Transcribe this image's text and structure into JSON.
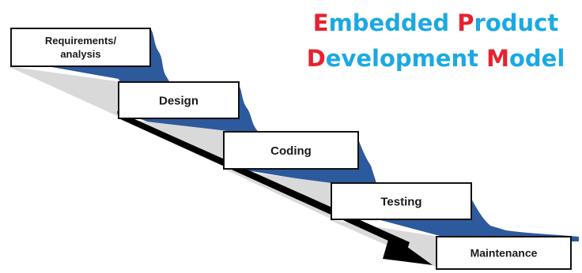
{
  "title": {
    "line1": [
      {
        "text": "E",
        "color": "#e8212f"
      },
      {
        "text": "mbedded ",
        "color": "#1ba9e2"
      },
      {
        "text": "P",
        "color": "#e8212f"
      },
      {
        "text": "roduct",
        "color": "#1ba9e2"
      }
    ],
    "line2": [
      {
        "text": "D",
        "color": "#e8212f"
      },
      {
        "text": "evelopment ",
        "color": "#1ba9e2"
      },
      {
        "text": "M",
        "color": "#e8212f"
      },
      {
        "text": "odel",
        "color": "#1ba9e2"
      }
    ]
  },
  "steps": [
    {
      "name": "requirements",
      "lines": [
        "Requirements/",
        "analysis"
      ]
    },
    {
      "name": "design",
      "lines": [
        "Design"
      ]
    },
    {
      "name": "coding",
      "lines": [
        "Coding"
      ]
    },
    {
      "name": "testing",
      "lines": [
        "Testing"
      ]
    },
    {
      "name": "maintenance",
      "lines": [
        "Maintenance"
      ]
    }
  ],
  "colors": {
    "water": "#2d5a9c",
    "shadow": "#d9d9d9",
    "box": "#ffffff",
    "border": "#111111",
    "arrow": "#000000"
  }
}
